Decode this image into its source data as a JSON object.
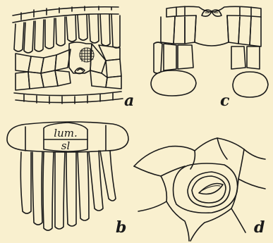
{
  "panels": {
    "a": {
      "label": "a"
    },
    "b": {
      "label": "b",
      "inner_top": "lum.",
      "inner_bottom": "sl"
    },
    "c": {
      "label": "c"
    },
    "d": {
      "label": "d"
    }
  },
  "colors": {
    "background": "#f9f0cf",
    "ink": "#1a1a1a"
  }
}
